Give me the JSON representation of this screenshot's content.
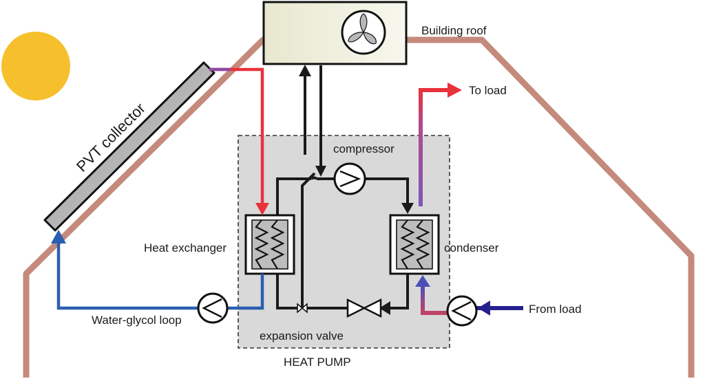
{
  "labels": {
    "building_roof": "Building roof",
    "to_load": "To load",
    "pvt_collector": "PVT collector",
    "compressor": "compressor",
    "heat_exchanger": "Heat exchanger",
    "condenser": "condenser",
    "from_load": "From load",
    "water_glycol_loop": "Water-glycol loop",
    "expansion_valve": "expansion valve",
    "heat_pump": "HEAT PUMP"
  },
  "colors": {
    "sun": "#f6c02c",
    "roof_outline": "#c48a7b",
    "heat_pump_box": "#d9d9d9",
    "hot_line": "#e8323c",
    "cold_line": "#2a5fb0",
    "from_load_arrow": "#25208f",
    "to_load_gradient_start": "#7f56b8",
    "to_load_gradient_end": "#e8323c",
    "refrigerant_line": "#1a1a1a"
  }
}
